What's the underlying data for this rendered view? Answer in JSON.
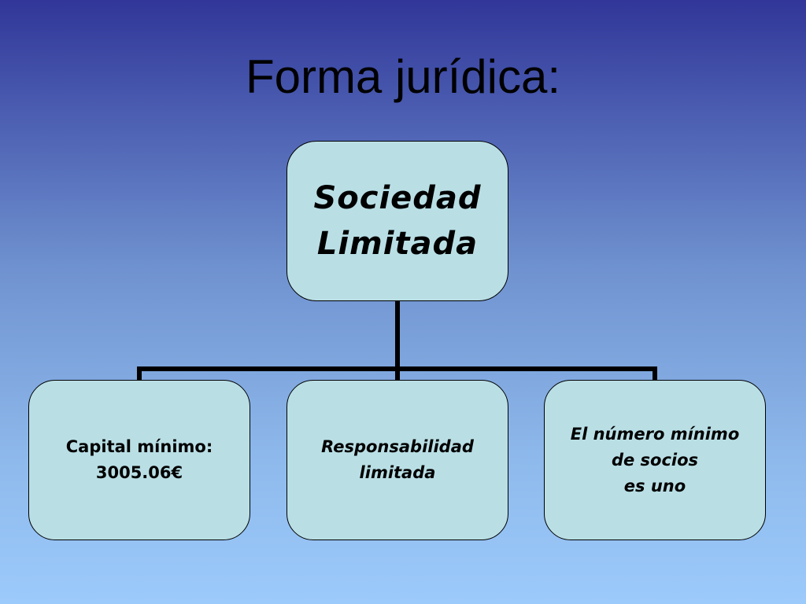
{
  "slide": {
    "title": "Forma jurídica:"
  },
  "org_chart": {
    "root": {
      "lines": [
        "Sociedad",
        "Limitada"
      ]
    },
    "children": [
      {
        "lines": [
          "Capital mínimo:",
          "3005.06€"
        ]
      },
      {
        "lines": [
          "Responsabilidad",
          "limitada"
        ]
      },
      {
        "lines": [
          "El número mínimo",
          "de socios",
          "es uno"
        ]
      }
    ]
  },
  "colors": {
    "node_fill": "#b9dfe5",
    "connector": "#000000",
    "background_top": "#313698",
    "background_bottom": "#9ccafb"
  }
}
